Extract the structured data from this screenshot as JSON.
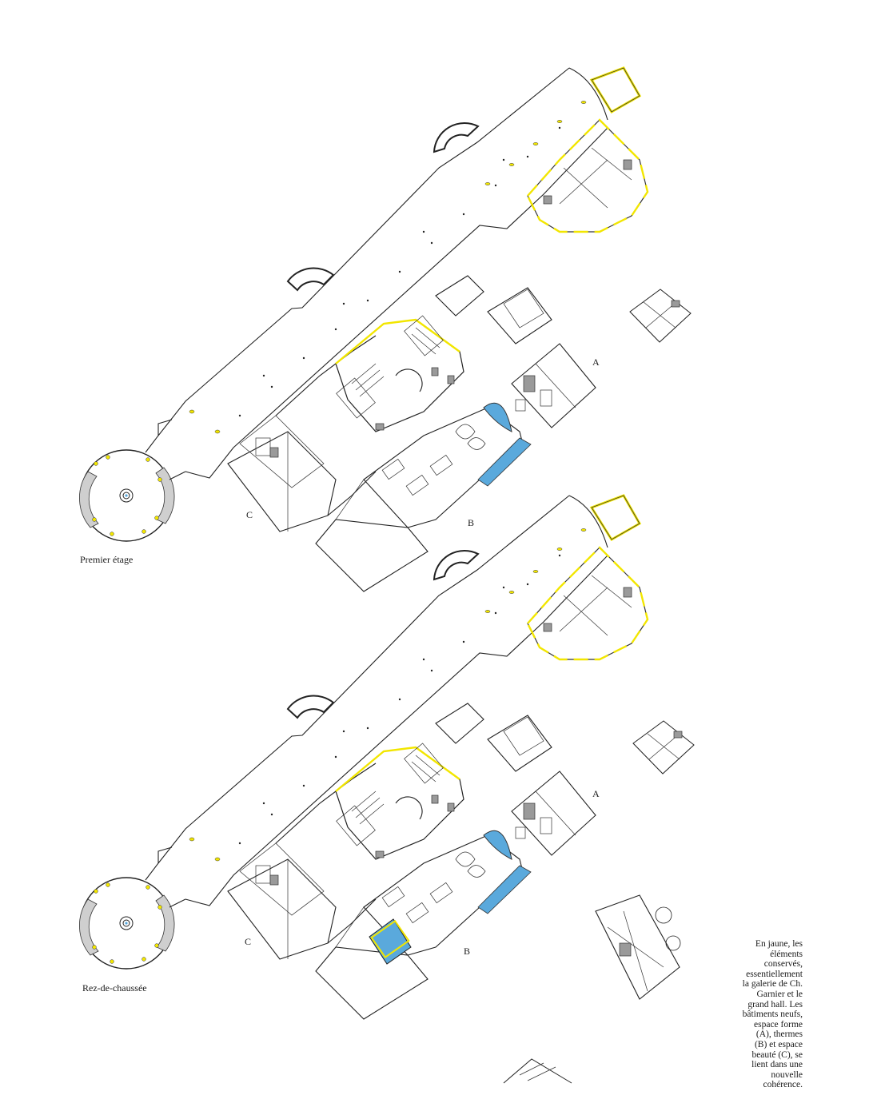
{
  "colors": {
    "conserved": "#f2e600",
    "new_water": "#5aa9dc",
    "wall": "#222222",
    "background": "#ffffff"
  },
  "plans": {
    "upper": {
      "caption": "Premier étage",
      "label_a": "A",
      "label_b": "B",
      "label_c": "C"
    },
    "ground": {
      "caption": "Rez-de-chaussée",
      "label_a": "A",
      "label_b": "B",
      "label_c": "C"
    }
  },
  "caption_lines": [
    "En jaune, les",
    "éléments",
    "conservés,",
    "essentiellement",
    "la galerie de Ch.",
    "Garnier et le",
    "grand hall. Les",
    "bâtiments neufs,",
    "espace forme",
    "(A), thermes",
    "(B) et espace",
    "beauté (C), se",
    "lient dans une",
    "nouvelle",
    "cohérence."
  ]
}
